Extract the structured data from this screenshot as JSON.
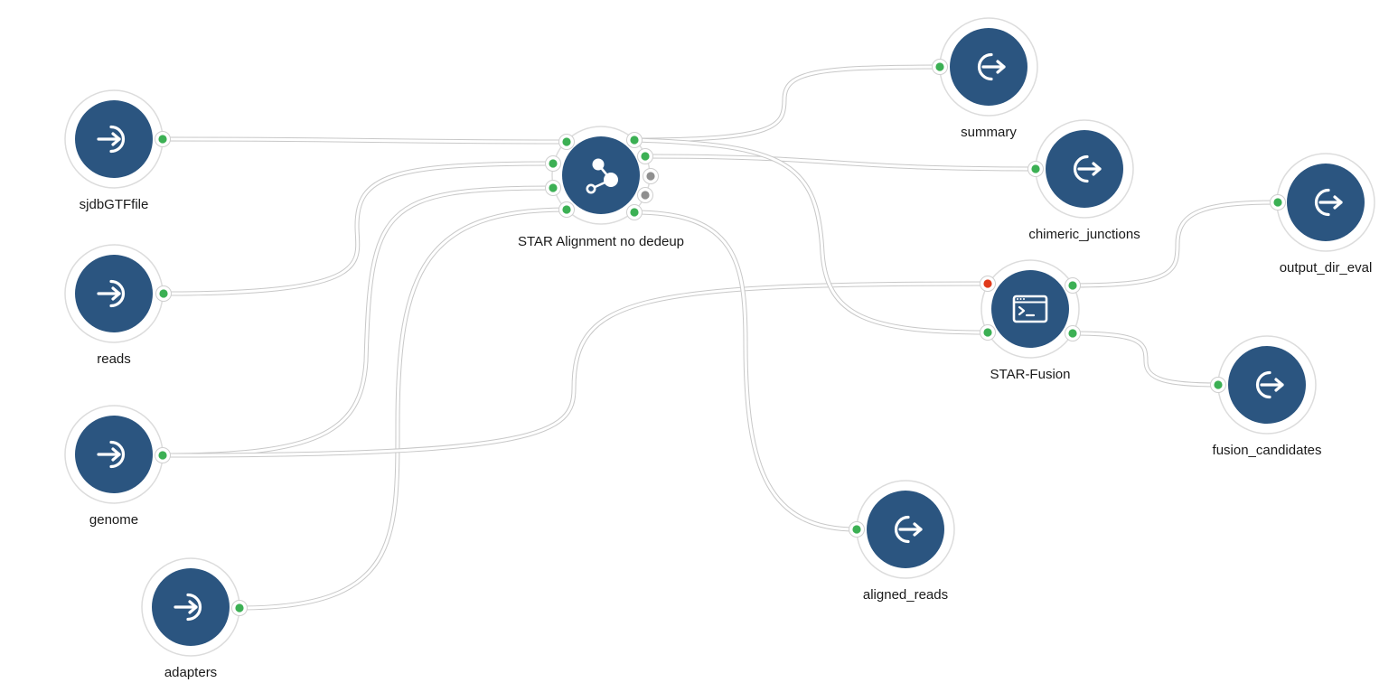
{
  "workflow": {
    "inputs": [
      {
        "id": "sjdbGTFfile",
        "label": "sjdbGTFfile",
        "icon": "input-icon"
      },
      {
        "id": "reads",
        "label": "reads",
        "icon": "input-icon"
      },
      {
        "id": "genome",
        "label": "genome",
        "icon": "input-icon"
      },
      {
        "id": "adapters",
        "label": "adapters",
        "icon": "input-icon"
      }
    ],
    "steps": [
      {
        "id": "star_alignment",
        "label": "STAR Alignment no dedeup",
        "icon": "workflow-icon"
      },
      {
        "id": "star_fusion",
        "label": "STAR-Fusion",
        "icon": "terminal-icon"
      }
    ],
    "outputs": [
      {
        "id": "summary",
        "label": "summary",
        "icon": "output-icon"
      },
      {
        "id": "chimeric_junctions",
        "label": "chimeric_junctions",
        "icon": "output-icon"
      },
      {
        "id": "output_dir_eval",
        "label": "output_dir_eval",
        "icon": "output-icon"
      },
      {
        "id": "fusion_candidates",
        "label": "fusion_candidates",
        "icon": "output-icon"
      },
      {
        "id": "aligned_reads",
        "label": "aligned_reads",
        "icon": "output-icon"
      }
    ],
    "edges": [
      {
        "from": "sjdbGTFfile",
        "to": "star_alignment"
      },
      {
        "from": "reads",
        "to": "star_alignment"
      },
      {
        "from": "genome",
        "to": "star_alignment"
      },
      {
        "from": "adapters",
        "to": "star_alignment"
      },
      {
        "from": "genome",
        "to": "star_fusion"
      },
      {
        "from": "star_alignment",
        "to": "summary"
      },
      {
        "from": "star_alignment",
        "to": "chimeric_junctions"
      },
      {
        "from": "star_alignment",
        "to": "star_fusion"
      },
      {
        "from": "star_alignment",
        "to": "aligned_reads"
      },
      {
        "from": "star_fusion",
        "to": "output_dir_eval"
      },
      {
        "from": "star_fusion",
        "to": "fusion_candidates"
      }
    ]
  },
  "colors": {
    "node_fill": "#2b5580",
    "port_connected": "#3cb054",
    "port_optional": "#e8c25a",
    "port_unconnected": "#8f8f8f",
    "port_required_missing": "#e0391a",
    "edge": "#c8c8c8"
  }
}
